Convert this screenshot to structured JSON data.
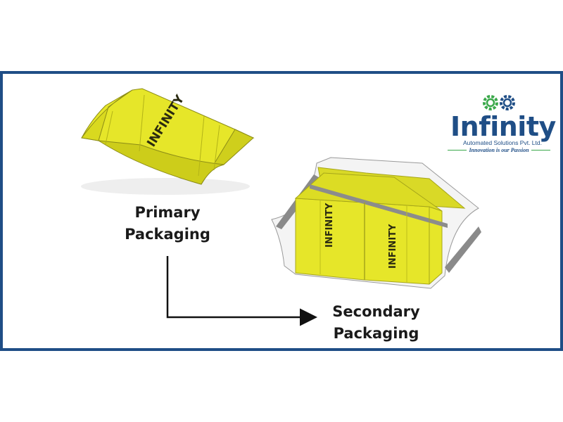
{
  "diagram": {
    "primary_label_line1": "Primary",
    "primary_label_line2": "Packaging",
    "secondary_label_line1": "Secondary",
    "secondary_label_line2": "Packaging"
  },
  "product": {
    "bag_print": "INFINITY"
  },
  "logo": {
    "wordmark": "Infinity",
    "company": "Automated Solutions Pvt. Ltd.",
    "tagline": "Innovation is our Passion"
  },
  "colors": {
    "frame": "#1f4e86",
    "bag_yellow": "#e6e629",
    "logo_blue": "#1f4e86",
    "logo_green": "#3aa84a",
    "arrow": "#111111"
  }
}
